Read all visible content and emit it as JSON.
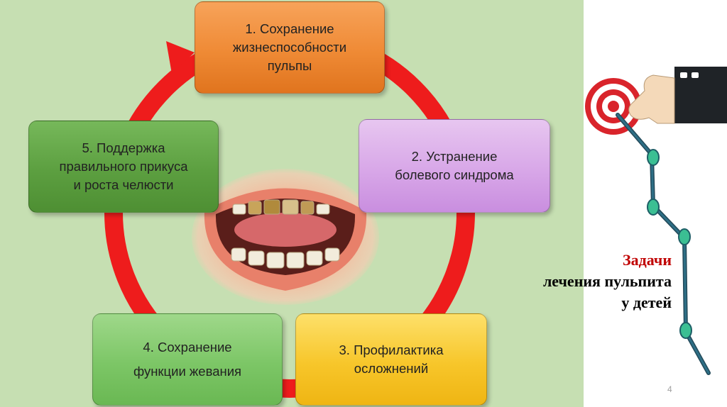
{
  "cycle": {
    "steps": [
      {
        "line1": "1. Сохранение",
        "line2": "жизнеспособности",
        "line3": "пульпы"
      },
      {
        "line1": "2. Устранение",
        "line2": "болевого синдрома"
      },
      {
        "line1": "3. Профилактика",
        "line2": "осложнений"
      },
      {
        "line1": "4. Сохранение",
        "line2": "функции жевания"
      },
      {
        "line1": "5. Поддержка",
        "line2": "правильного прикуса",
        "line3": "и роста челюсти"
      }
    ],
    "ring_color": "#ee1c1c"
  },
  "side": {
    "title": "Задачи",
    "line2": "лечения пульпита",
    "line3": "у детей"
  },
  "page_number": "4"
}
